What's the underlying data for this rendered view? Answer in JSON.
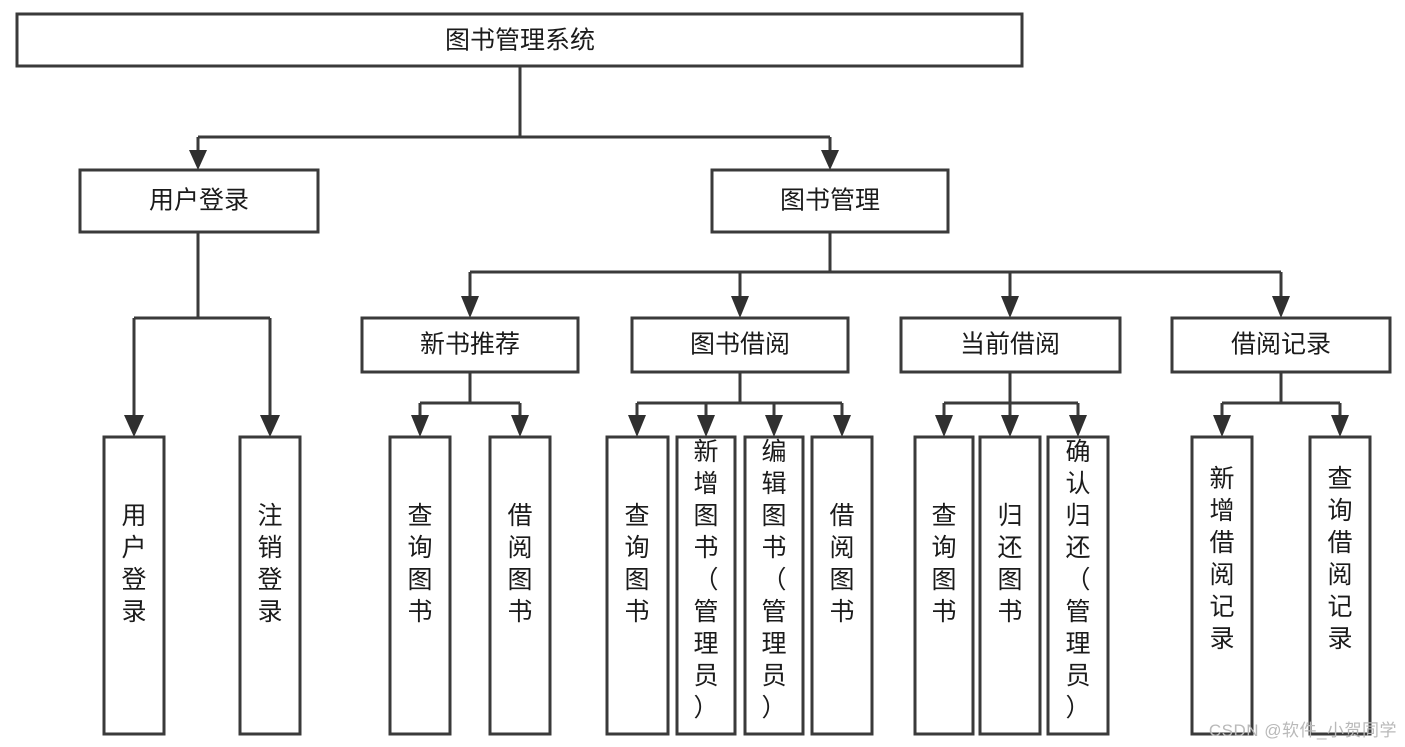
{
  "diagram": {
    "type": "tree",
    "title": "图书管理系统",
    "watermark": "CSDN @软件_小贺同学",
    "colors": {
      "stroke": "#3a3a3a",
      "fill": "#ffffff",
      "text": "#1b1b1b",
      "arrow": "#2f2f2f",
      "watermark": "#b9b9b9",
      "background": "#ffffff"
    },
    "root": {
      "label": "图书管理系统"
    },
    "level2": [
      {
        "label": "用户登录"
      },
      {
        "label": "图书管理"
      }
    ],
    "level3": [
      {
        "label": "新书推荐"
      },
      {
        "label": "图书借阅"
      },
      {
        "label": "当前借阅"
      },
      {
        "label": "借阅记录"
      }
    ],
    "leaves": {
      "user_login": [
        {
          "label": "用户登录"
        },
        {
          "label": "注销登录"
        }
      ],
      "new_book": [
        {
          "label": "查询图书"
        },
        {
          "label": "借阅图书"
        }
      ],
      "book_borrow": [
        {
          "label": "查询图书"
        },
        {
          "label": "新增图书（管理员）"
        },
        {
          "label": "编辑图书（管理员）"
        },
        {
          "label": "借阅图书"
        }
      ],
      "current_borrow": [
        {
          "label": "查询图书"
        },
        {
          "label": "归还图书"
        },
        {
          "label": "确认归还（管理员）"
        }
      ],
      "borrow_record": [
        {
          "label": "新增借阅记录"
        },
        {
          "label": "查询借阅记录"
        }
      ]
    }
  }
}
